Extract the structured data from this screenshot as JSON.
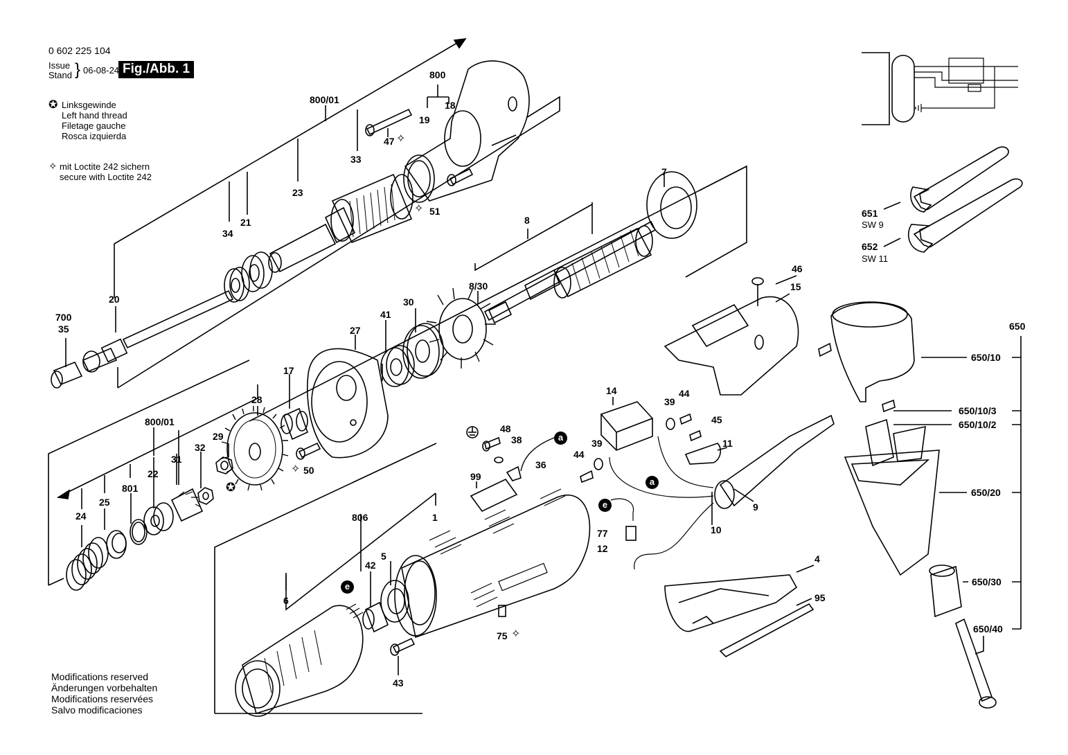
{
  "header": {
    "part_number": "0 602 225 104",
    "issue_label": "Issue",
    "stand_label": "Stand",
    "date": "06-08-24",
    "figure": "Fig./Abb. 1"
  },
  "legend": {
    "left_hand_thread": [
      "Linksgewinde",
      "Left hand thread",
      "Filetage gauche",
      "Rosca izquierda"
    ],
    "loctite": [
      "mit Loctite 242 sichern",
      "secure with Loctite 242"
    ]
  },
  "footer": [
    "Modifications reserved",
    "Änderungen vorbehalten",
    "Modifications reservées",
    "Salvo modificaciones"
  ],
  "wrenches": [
    {
      "number": "651",
      "size": "SW 9"
    },
    {
      "number": "652",
      "size": "SW 11"
    }
  ],
  "badges": {
    "a": "a",
    "e": "e"
  },
  "parts": {
    "p800": "800",
    "p800_01_top": "800/01",
    "p19": "19",
    "p18": "18",
    "p47": "47",
    "p33": "33",
    "p23": "23",
    "p51": "51",
    "p21": "21",
    "p34": "34",
    "p20": "20",
    "p700": "700",
    "p35": "35",
    "p7": "7",
    "p8": "8",
    "p8_30": "8/30",
    "p30": "30",
    "p41": "41",
    "p27": "27",
    "p17": "17",
    "p28": "28",
    "p800_01_bot": "800/01",
    "p29": "29",
    "p32": "32",
    "p31": "31",
    "p22": "22",
    "p801": "801",
    "p25": "25",
    "p24": "24",
    "p50": "50",
    "p46": "46",
    "p15": "15",
    "p14": "14",
    "p39a": "39",
    "p44a": "44",
    "p45": "45",
    "p11": "11",
    "p48": "48",
    "p38": "38",
    "p39b": "39",
    "p44b": "44",
    "p36": "36",
    "p99": "99",
    "p9": "9",
    "p10": "10",
    "p806": "806",
    "p1": "1",
    "p77": "77",
    "p12": "12",
    "p42": "42",
    "p5": "5",
    "p6": "6",
    "p75": "75",
    "p43": "43",
    "p4": "4",
    "p95": "95",
    "p650": "650",
    "p650_10": "650/10",
    "p650_10_3": "650/10/3",
    "p650_10_2": "650/10/2",
    "p650_20": "650/20",
    "p650_30": "650/30",
    "p650_40": "650/40"
  }
}
